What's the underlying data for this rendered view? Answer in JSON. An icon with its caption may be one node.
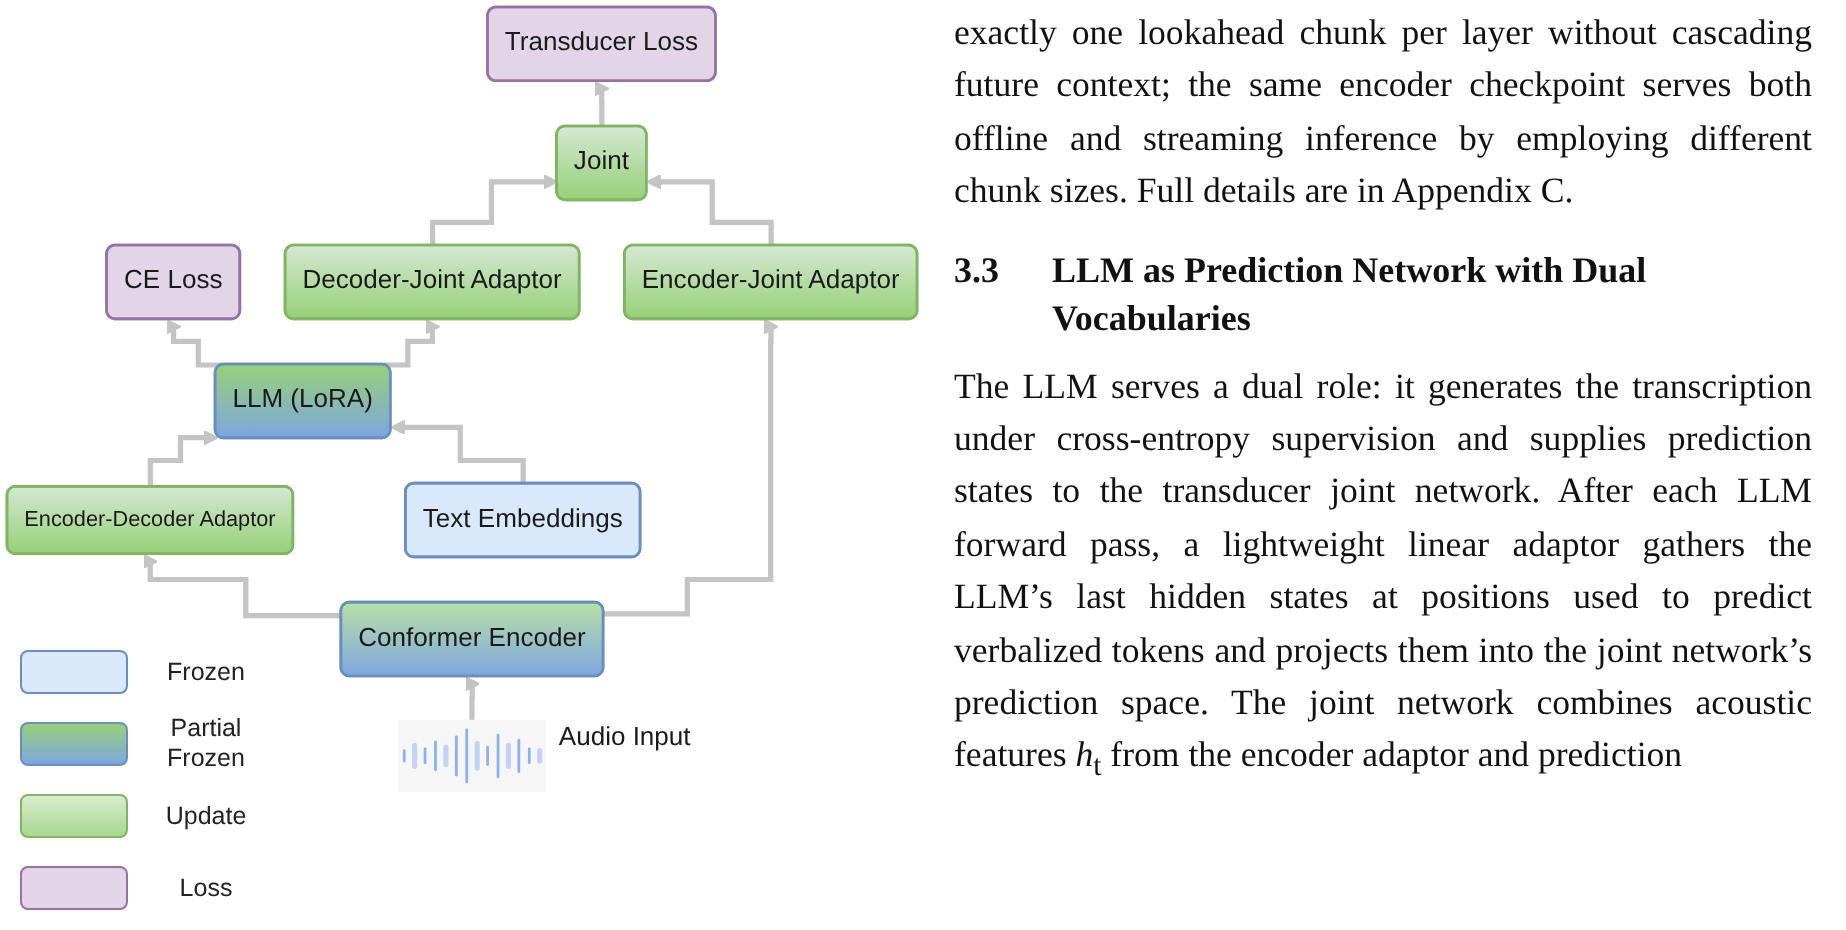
{
  "diagram": {
    "nodes": [
      {
        "text": [
          "Transducer Loss"
        ]
      },
      {
        "text": [
          "CE Loss"
        ]
      },
      {
        "text": [
          "Joint"
        ]
      },
      {
        "text": [
          "Decoder-Joint Adaptor"
        ]
      },
      {
        "text": [
          "LLM (LoRA)"
        ]
      },
      {
        "text": [
          "Encoder-Joint Adaptor"
        ]
      },
      {
        "text": [
          "Encoder-Decoder Adaptor"
        ]
      },
      {
        "text": [
          "Text Embeddings"
        ]
      },
      {
        "text": [
          "Conformer Encoder"
        ]
      },
      {
        "text": [],
        "shape": "picture",
        "beside": [
          "Audio Input"
        ]
      }
    ],
    "edges": [
      {
        "from": 2,
        "to": 0,
        "arrow": "to"
      },
      {
        "from": 4,
        "to": 1,
        "arrow": "to"
      },
      {
        "from": 3,
        "to": 2,
        "arrow": "to"
      },
      {
        "from": 4,
        "to": 3,
        "arrow": "to"
      },
      {
        "from": 5,
        "to": 2,
        "arrow": "to"
      },
      {
        "from": 6,
        "to": 4,
        "arrow": "to"
      },
      {
        "from": 7,
        "to": 4,
        "arrow": "to"
      },
      {
        "from": 8,
        "to": 5,
        "arrow": "to"
      },
      {
        "from": 8,
        "to": 6,
        "arrow": "to"
      },
      {
        "from": 9,
        "to": 8,
        "arrow": "to"
      }
    ],
    "labels": [
      "exactly one lookahead chunk per layer without cascading future context; the same encoder checkpoint serves both offline and streaming inference by employing different chunk sizes. Full details are in Appendix C.",
      "3.3",
      "LLM as Prediction Network with Dual Vocabularies",
      "The LLM serves a dual role: it generates the transcription under cross-entropy supervision and supplies prediction states to the transducer joint network. After each LLM forward pass, a lightweight linear adaptor gathers the LLM’s last hidden states at positions used to predict verbalized tokens and projects them into the joint network’s prediction space. The joint network combines acoustic features *h*$_{t}$ from the encoder adaptor and prediction"
    ],
    "legend": [
      {
        "text": "Frozen",
        "color": "#dae8fc"
      },
      {
        "text": "Partial Frozen"
      },
      {
        "text": "Update",
        "color": "#a9d68f"
      },
      {
        "text": "Loss",
        "color": "#e1d5e7"
      }
    ]
  }
}
